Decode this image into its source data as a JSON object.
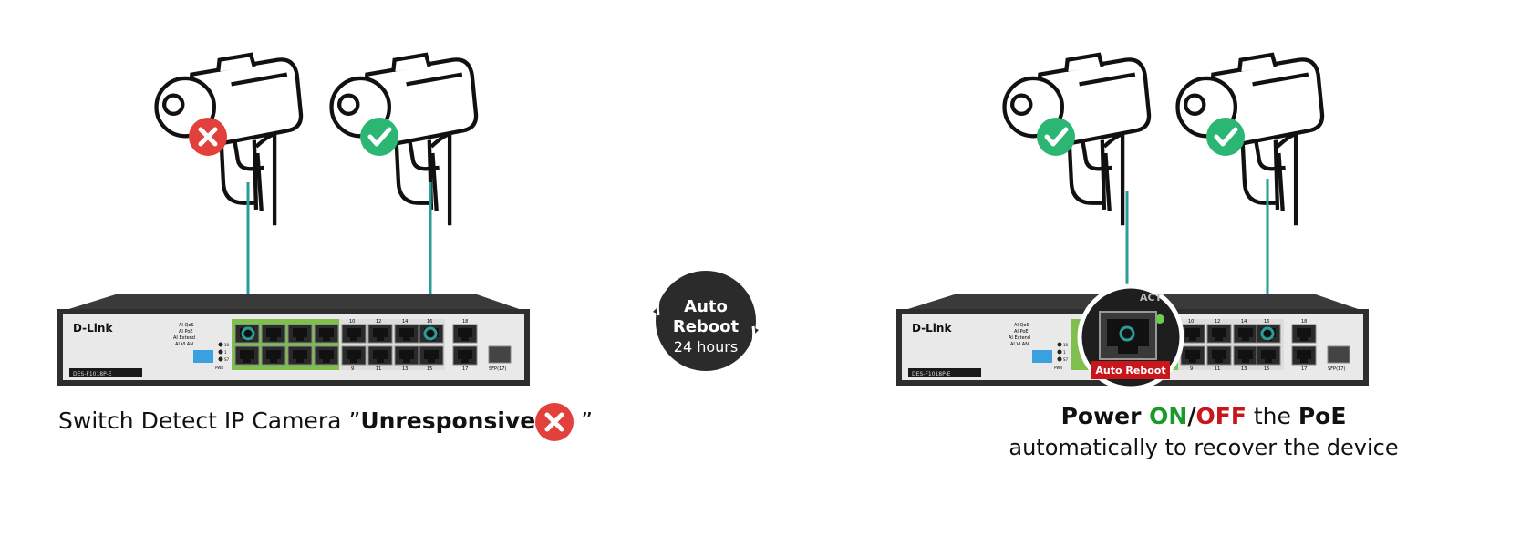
{
  "left_panel": {
    "caption_prefix": "Switch Detect IP Camera ”",
    "caption_bold": "Unresponsive",
    "caption_suffix": " ”",
    "switch": {
      "brand": "D-Link",
      "model": "DES-F1018P-E",
      "ai_labels": [
        "AI QoS",
        "AI PoE",
        "AI Extend",
        "AI VLAN"
      ],
      "led_labels": [
        "10",
        "1",
        "S7"
      ],
      "pwr_label": "PWR",
      "port_top_numbers": [
        "10",
        "12",
        "14",
        "16",
        "18"
      ],
      "port_bottom_numbers": [
        "9",
        "11",
        "13",
        "15",
        "17"
      ],
      "sfp_label": "SFP(17)"
    }
  },
  "center": {
    "line1": "Auto",
    "line2": "Reboot",
    "line3": "24 hours"
  },
  "right_panel": {
    "caption_power": "Power ",
    "caption_on": "ON",
    "caption_slash": "/",
    "caption_off": "OFF",
    "caption_the": " the ",
    "caption_poe": "PoE",
    "caption_line2": "automatically to recover the device",
    "zoom_label": "Auto Reboot",
    "zoom_act": "ACT",
    "switch": {
      "brand": "D-Link",
      "model": "DES-F1018P-E",
      "ai_labels": [
        "AI QoS",
        "AI PoE",
        "AI Extend",
        "AI VLAN"
      ],
      "led_labels": [
        "10",
        "1",
        "S7"
      ],
      "pwr_label": "PWR",
      "port_top_numbers": [
        "10",
        "12",
        "14",
        "16",
        "18"
      ],
      "port_bottom_numbers": [
        "9",
        "11",
        "13",
        "15",
        "17"
      ],
      "sfp_label": "SFP(17)"
    }
  },
  "colors": {
    "cable": "#2a9d97",
    "ok": "#2bb673",
    "fail": "#e2403a",
    "badge_bg": "#2b2b2b",
    "on": "#1a9a2a",
    "off": "#c8161d"
  },
  "icons": {
    "camera": "cctv-camera-icon",
    "ok": "check-circle-icon",
    "fail": "x-circle-icon",
    "reboot": "circular-arrows-icon"
  }
}
